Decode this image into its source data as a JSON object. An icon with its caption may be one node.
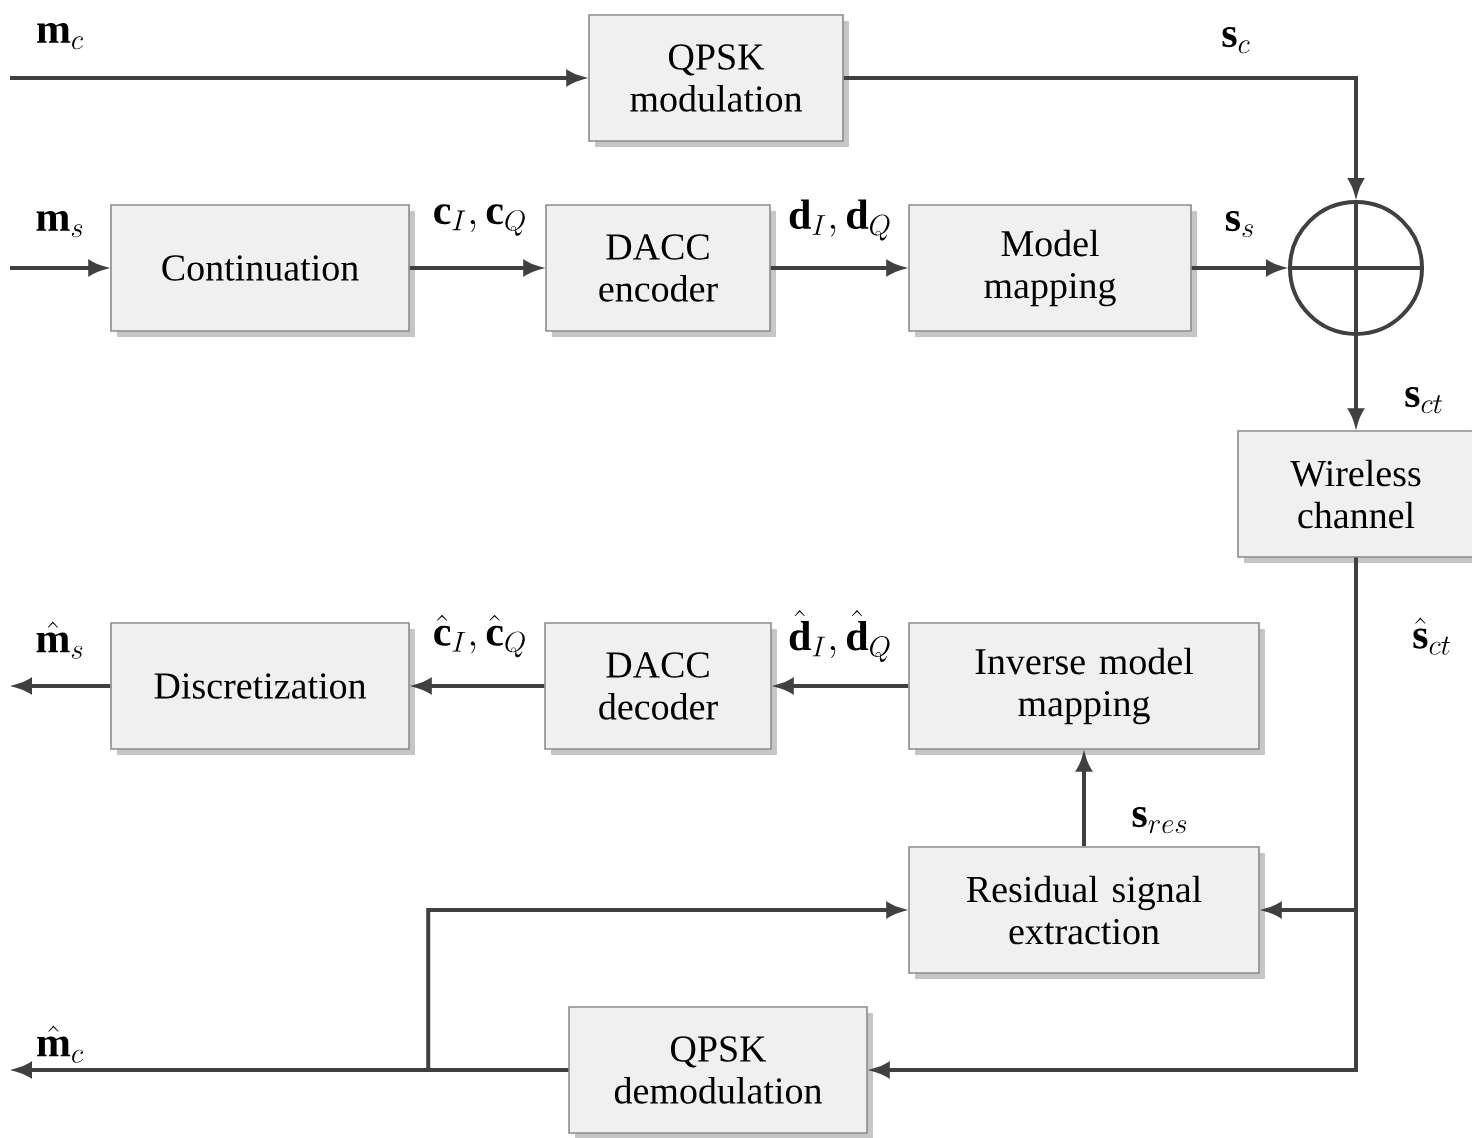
{
  "diagram": {
    "nodes": [
      {
        "text": [
          "QPSK modulation"
        ]
      },
      {
        "text": [
          "Continuation"
        ]
      },
      {
        "text": [
          "DACC encoder"
        ]
      },
      {
        "text": [
          "Model mapping"
        ]
      },
      {
        "text": [],
        "shape": "circle"
      },
      {
        "text": [
          "Wireless channel"
        ]
      },
      {
        "text": [
          "Discretization"
        ]
      },
      {
        "text": [
          "DACC decoder"
        ]
      },
      {
        "text": [
          "Inverse model mapping"
        ]
      },
      {
        "text": [
          "Residual signal extraction"
        ]
      },
      {
        "text": [
          "QPSK demodulation"
        ]
      }
    ],
    "edges": [
      {
        "from": null,
        "to": 0,
        "arrow": "to",
        "label": "\\mathbf{m}_{c}"
      },
      {
        "from": null,
        "to": 1,
        "arrow": "to",
        "label": "\\mathbf{m}_{s}"
      },
      {
        "from": 1,
        "to": 2,
        "arrow": "to",
        "label": "\\mathbf{c}_{I},\\mathbf{c}_{Q}"
      },
      {
        "from": 2,
        "to": 3,
        "arrow": "to",
        "label": "\\mathbf{d}_{I},\\mathbf{d}_{Q}"
      },
      {
        "from": 3,
        "to": 4,
        "arrow": "to",
        "label": "\\mathbf{s}_{s}"
      },
      {
        "from": 0,
        "to": 4,
        "arrow": "to",
        "label": "\\mathbf{s}_{c}"
      },
      {
        "from": 4,
        "to": 5,
        "arrow": "to",
        "label": "\\mathbf{s}_{ct}"
      },
      {
        "from": 5,
        "to": 9,
        "arrow": "to",
        "label": "\\hat{\\mathbf{s}}_{ct}"
      },
      {
        "from": 5,
        "to": 10,
        "arrow": "to"
      },
      {
        "from": 9,
        "to": 8,
        "arrow": "to",
        "label": "\\mathbf{s}_{res}"
      },
      {
        "from": 8,
        "to": 7,
        "arrow": "to",
        "label": "\\hat{\\mathbf{d}}_{I},\\hat{\\mathbf{d}}_{Q}"
      },
      {
        "from": 7,
        "to": 6,
        "arrow": "to",
        "label": "\\hat{\\mathbf{c}}_{I},\\hat{\\mathbf{c}}_{Q}"
      },
      {
        "from": 6,
        "to": null,
        "arrow": "to",
        "label": "\\hat{\\mathbf{m}}_{s}"
      },
      {
        "from": 10,
        "to": null,
        "arrow": "to",
        "label": "\\hat{\\mathbf{m}}_{c}"
      },
      {
        "from": 10,
        "to": 9,
        "arrow": "to"
      }
    ]
  }
}
